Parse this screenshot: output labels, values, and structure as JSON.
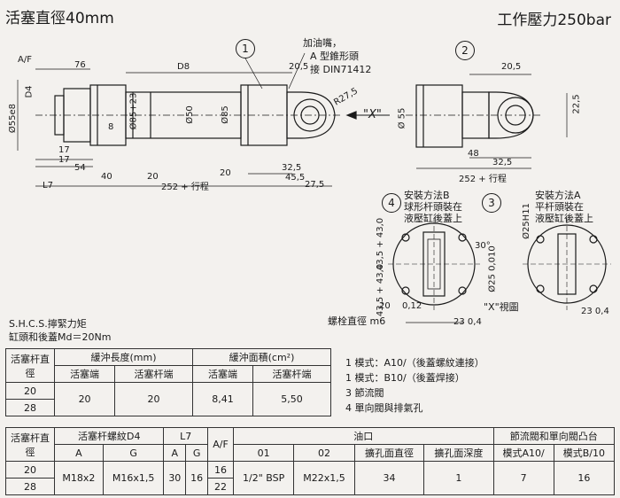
{
  "header": {
    "title": "活塞直徑40mm",
    "pressure": "工作壓力250bar"
  },
  "callouts": [
    "1",
    "2",
    "3",
    "4"
  ],
  "top_notes": {
    "oil_nipple": "加油嘴，",
    "a_type": "A 型錐形頭",
    "din": "接 DIN71412"
  },
  "dims_left": {
    "af": "A/F",
    "d76": "76",
    "d4": "D4",
    "d8": "D8",
    "phi55": "Ø55e8",
    "d8b": "8",
    "d17": "17",
    "d17b": "17",
    "d54": "54",
    "l7": "L7",
    "d40": "40",
    "d20a": "20",
    "phi85_23": "Ø85+23",
    "phi50": "Ø50",
    "phi85": "Ø85",
    "d252": "252 + 行程",
    "d20b": "20",
    "d32_5": "32,5",
    "d45_5": "45,5",
    "d27_5": "27,5",
    "d20_5": "20,5",
    "r27_5": "R27,5"
  },
  "dims_right": {
    "phi55": "Ø 55",
    "d20_5": "20,5",
    "d22_5": "22,5",
    "d48": "48",
    "d32_5": "32,5",
    "d252": "252 + 行程",
    "view_x": "\"X\""
  },
  "mount_b": {
    "title": "安裝方法B",
    "line2": "球形杆頭裝在",
    "line3": "液壓缸後蓋上",
    "d43_5a": "43,5 + 43,0",
    "d43_5b": "43,5 + 43,0",
    "phi25": "Ø25 0,010",
    "d30": "30°",
    "d20": "20",
    "d0_12": "0,12",
    "d23_0_4": "23 0,4",
    "bolt": "螺栓直徑 m6",
    "view": "\"X\"視圖"
  },
  "mount_a": {
    "title": "安裝方法A",
    "line2": "平杆頭裝在",
    "line3": "液壓缸後蓋上",
    "phi25h11": "Ø25H11",
    "d23_0_4": "23 0,4"
  },
  "torque_note": {
    "line1": "S.H.C.S.擰緊力矩",
    "line2": "缸頭和後蓋Md＝20Nm"
  },
  "table1": {
    "col_rod": "活塞杆直徑",
    "col_cushion_len": "緩沖長度(mm)",
    "col_cushion_area": "緩沖面積(cm²)",
    "sub_piston": "活塞端",
    "sub_rod": "活塞杆端",
    "sub_piston2": "活塞端",
    "sub_rod2": "活塞杆端",
    "rows": [
      {
        "d": "20",
        "len_p": "20",
        "len_r": "20",
        "area_p": "8,41",
        "area_r": "5,50"
      },
      {
        "d": "28"
      }
    ]
  },
  "legend": [
    "1  模式：A10/（後蓋螺紋連接）",
    "1  模式：B10/（後蓋焊接）",
    "3  節流閥",
    "4  單向閥與排氣孔"
  ],
  "table2": {
    "col_rod": "活塞杆直徑",
    "col_thread": "活塞杆螺紋D4",
    "col_l7": "L7",
    "col_af": "A/F",
    "col_oil": "油口",
    "col_valve": "節流閥和單向閥凸台",
    "sub_a": "A",
    "sub_g": "G",
    "sub_a2": "A",
    "sub_g2": "G",
    "sub_01": "01",
    "sub_02": "02",
    "sub_dia": "擴孔面直徑",
    "sub_depth": "擴孔面深度",
    "sub_moda": "模式A10/",
    "sub_modb": "模式B/10",
    "rows": [
      {
        "d": "20",
        "af": "16"
      },
      {
        "d": "28",
        "af": "22"
      }
    ],
    "merged": {
      "a": "M18x2",
      "g": "M16x1,5",
      "a2": "30",
      "g2": "16",
      "o1": "1/2\" BSP",
      "o2": "M22x1,5",
      "dia": "34",
      "depth": "1",
      "moda": "7",
      "modb": "16"
    }
  }
}
